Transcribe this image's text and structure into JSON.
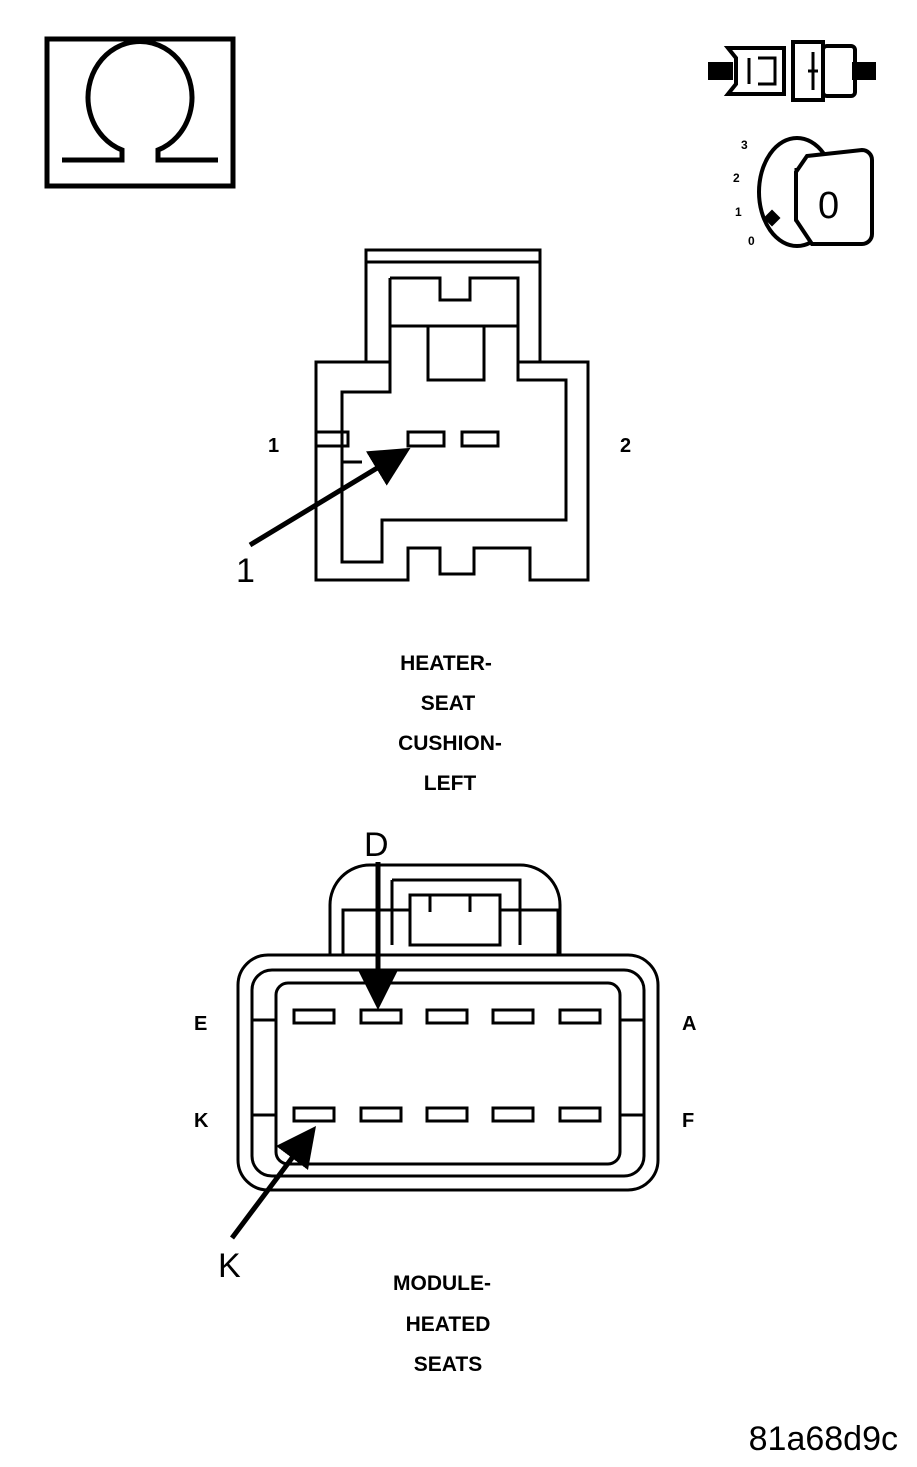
{
  "symbols": {
    "ohm_icon": "ohm-symbol",
    "disconnect_icon": "connector-disconnected",
    "ignition_icon": "ignition-key-off",
    "ignition_positions": [
      "3",
      "2",
      "1",
      "0"
    ],
    "key_label": "0"
  },
  "connector1": {
    "pin_left": "1",
    "pin_right": "2",
    "callout": "1",
    "title_lines": [
      "HEATER-",
      "SEAT",
      "CUSHION-",
      "LEFT"
    ]
  },
  "connector2": {
    "top_left": "E",
    "top_right": "A",
    "bottom_left": "K",
    "bottom_right": "F",
    "callout_top": "D",
    "callout_bottom": "K",
    "title_lines": [
      "MODULE-",
      "HEATED",
      "SEATS"
    ]
  },
  "figure_id": "81a68d9c"
}
